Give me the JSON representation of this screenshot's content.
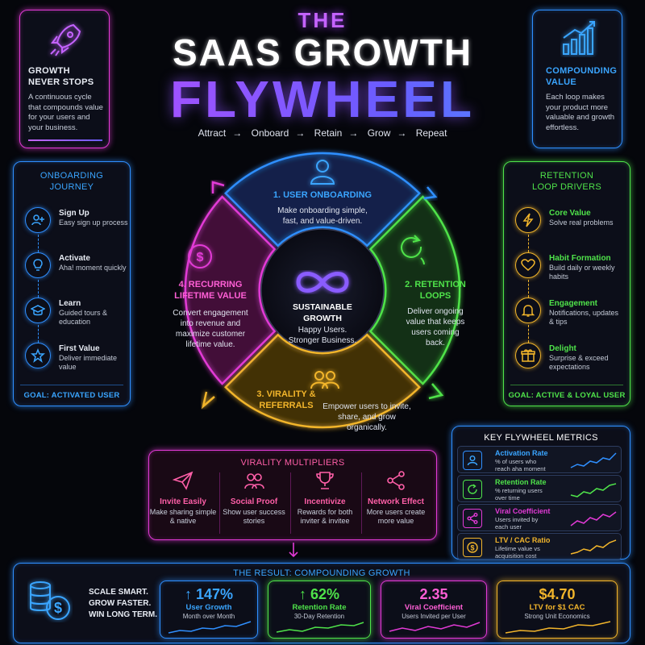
{
  "header": {
    "the": "THE",
    "line1": "SAAS GROWTH",
    "line2": "FLYWHEEL",
    "steps": [
      "Attract",
      "Onboard",
      "Retain",
      "Grow",
      "Repeat"
    ],
    "arrow": "→"
  },
  "top_left": {
    "title_line1": "GROWTH",
    "title_line2": "NEVER STOPS",
    "text": "A continuous cycle that compounds value for your users and your business.",
    "icon": "rocket-icon"
  },
  "top_right": {
    "title_line1": "COMPOUNDING",
    "title_line2": "VALUE",
    "text": "Each loop makes your product more valuable and growth effortless.",
    "icon": "bar-chart-icon"
  },
  "onboarding": {
    "title_line1": "ONBOARDING",
    "title_line2": "JOURNEY",
    "items": [
      {
        "title": "Sign Up",
        "text": "Easy sign up process",
        "icon": "user-plus-icon"
      },
      {
        "title": "Activate",
        "text": "Aha! moment quickly",
        "icon": "bulb-icon"
      },
      {
        "title": "Learn",
        "text": "Guided tours & education",
        "icon": "graduation-cap-icon"
      },
      {
        "title": "First Value",
        "text": "Deliver immediate value",
        "icon": "star-icon"
      }
    ],
    "goal": "GOAL: ACTIVATED USER"
  },
  "retention": {
    "title_line1": "RETENTION",
    "title_line2": "LOOP DRIVERS",
    "items": [
      {
        "title": "Core Value",
        "text": "Solve real problems",
        "icon": "lightning-icon"
      },
      {
        "title": "Habit Formation",
        "text": "Build daily or weekly habits",
        "icon": "heart-icon"
      },
      {
        "title": "Engagement",
        "text": "Notifications, updates & tips",
        "icon": "bell-icon"
      },
      {
        "title": "Delight",
        "text": "Surprise & exceed expectations",
        "icon": "gift-icon"
      }
    ],
    "goal": "GOAL: ACTIVE & LOYAL USER"
  },
  "wheel": {
    "center_title_line1": "SUSTAINABLE",
    "center_title_line2": "GROWTH",
    "center_text_line1": "Happy Users.",
    "center_text_line2": "Stronger Business.",
    "seg1_title": "1. USER ONBOARDING",
    "seg1_text_line1": "Make onboarding simple,",
    "seg1_text_line2": "fast, and value-driven.",
    "seg2_title_line1": "2. RETENTION",
    "seg2_title_line2": "LOOPS",
    "seg2_text_line1": "Deliver ongoing",
    "seg2_text_line2": "value that keeps",
    "seg2_text_line3": "users coming",
    "seg2_text_line4": "back.",
    "seg3_title_line1": "3. VIRALITY &",
    "seg3_title_line2": "REFERRALS",
    "seg3_text_line1": "Empower users to invite,",
    "seg3_text_line2": "share, and grow",
    "seg3_text_line3": "organically.",
    "seg4_title_line1": "4. RECURRING",
    "seg4_title_line2": "LIFETIME VALUE",
    "seg4_text_line1": "Convert engagement",
    "seg4_text_line2": "into revenue and",
    "seg4_text_line3": "maximize customer",
    "seg4_text_line4": "lifetime value."
  },
  "multipliers": {
    "title": "VIRALITY MULTIPLIERS",
    "items": [
      {
        "title": "Invite Easily",
        "text": "Make sharing simple & native",
        "icon": "paper-plane-icon"
      },
      {
        "title": "Social Proof",
        "text": "Show user success stories",
        "icon": "users-icon"
      },
      {
        "title": "Incentivize",
        "text": "Rewards for both inviter & invitee",
        "icon": "trophy-icon"
      },
      {
        "title": "Network Effect",
        "text": "More users create more value",
        "icon": "share-nodes-icon"
      }
    ]
  },
  "metrics": {
    "title": "KEY FLYWHEEL METRICS",
    "items": [
      {
        "name": "Activation Rate",
        "text": "% of users who reach aha moment",
        "color": "#2f8fff",
        "icon": "user-icon"
      },
      {
        "name": "Retention Rate",
        "text": "% returning users over time",
        "color": "#4fe34a",
        "icon": "refresh-icon"
      },
      {
        "name": "Viral Coefficient",
        "text": "Users invited by each user",
        "color": "#e23ad6",
        "icon": "share-nodes-icon"
      },
      {
        "name": "LTV / CAC Ratio",
        "text": "Lifetime value vs acquisition cost",
        "color": "#f2b52b",
        "icon": "dollar-icon"
      }
    ]
  },
  "result": {
    "title": "THE RESULT: COMPOUNDING GROWTH",
    "slogan_line1": "SCALE SMART.",
    "slogan_line2": "GROW FASTER.",
    "slogan_line3": "WIN LONG TERM.",
    "icon": "coins-dollar-icon",
    "boxes": [
      {
        "value": "↑ 147%",
        "label": "User Growth",
        "sub": "Month over Month",
        "color": "#2f8fff"
      },
      {
        "value": "↑ 62%",
        "label": "Retention Rate",
        "sub": "30-Day Retention",
        "color": "#4fe34a"
      },
      {
        "value": "2.35",
        "label": "Viral Coefficient",
        "sub": "Users Invited per User",
        "color": "#e23ad6"
      },
      {
        "value": "$4.70",
        "label": "LTV for $1 CAC",
        "sub": "Strong Unit Economics",
        "color": "#f2b52b"
      }
    ]
  },
  "colors": {
    "blue": "#2f8fff",
    "green": "#4fe34a",
    "pink": "#e23ad6",
    "gold": "#f2b52b",
    "purple": "#9a4dff"
  }
}
